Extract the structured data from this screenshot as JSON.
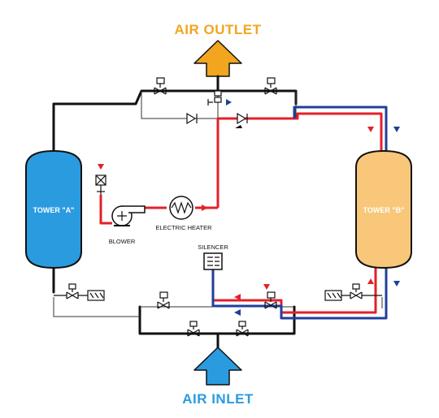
{
  "labels": {
    "air_outlet": "AIR OUTLET",
    "air_inlet": "AIR INLET",
    "tower_a": "TOWER \"A\"",
    "tower_b": "TOWER \"B\"",
    "blower": "BLOWER",
    "electric_heater": "ELECTRIC HEATER",
    "silencer": "SILENCER"
  },
  "colors": {
    "outlet_arrow": "#f2a51f",
    "outlet_text": "#f2a51f",
    "inlet_arrow": "#2b9be0",
    "inlet_text": "#2b9be0",
    "tower_a_fill": "#2b9be0",
    "tower_b_fill": "#f8c77a",
    "hot_flow": "#e3202a",
    "cold_flow": "#1f3f9a",
    "main_pipe": "#111111",
    "instrument_line": "#555555"
  },
  "icons": [
    "valve-icon",
    "check-valve-icon",
    "blower-icon",
    "heater-icon",
    "silencer-icon",
    "flow-arrow-icon"
  ]
}
